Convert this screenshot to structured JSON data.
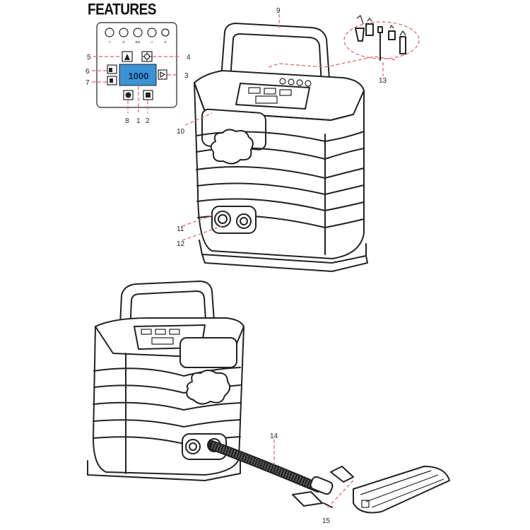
{
  "title": "FEATURES",
  "panel": {
    "button_labels": [
      "⊃",
      "∅",
      "Bar",
      "⊃",
      "⊄"
    ],
    "lcd_text": "1000"
  },
  "callouts": {
    "n1": "1",
    "n2": "2",
    "n3": "3",
    "n4": "4",
    "n5": "5",
    "n6": "6",
    "n7": "7",
    "n8": "8",
    "n9": "9",
    "n10": "10",
    "n11": "11",
    "n12": "12",
    "n13": "13",
    "n14": "14",
    "n15": "15"
  },
  "colors": {
    "line": "#222222",
    "leader": "#d9646a",
    "lcd": "#3b93d4",
    "panel_border": "#444444"
  }
}
